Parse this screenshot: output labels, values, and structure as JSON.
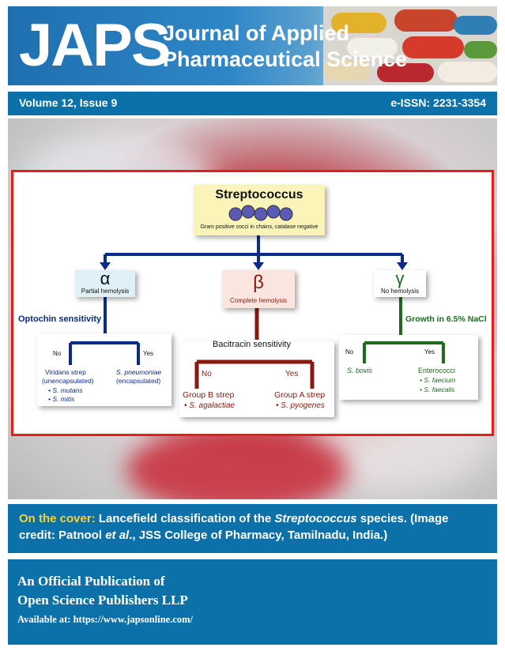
{
  "masthead": {
    "logo": "JAPS",
    "journal_line1": "Journal of Applied",
    "journal_line2": "Pharmaceutical Science"
  },
  "volume_bar": {
    "volume": "Volume 12, Issue 9",
    "issn": "e-ISSN: 2231-3354"
  },
  "diagram": {
    "root_title": "Streptococcus",
    "root_subtitle": "Gram positive cocci in chains, catalase negative",
    "alpha": {
      "symbol": "α",
      "label": "Partial hemolysis",
      "test": "Optochin sensitivity",
      "no": "No",
      "yes": "Yes",
      "left_name_1": "Viridans strep",
      "left_name_2": "(unencapsulated)",
      "left_items": [
        "S. mutans",
        "S. mitis"
      ],
      "right_name_1": "S. pneumoniae",
      "right_name_2": "(encapsulated)"
    },
    "beta": {
      "symbol": "β",
      "label": "Complete hemolysis",
      "test": "Bacitracin sensitivity",
      "no": "No",
      "yes": "Yes",
      "left_name": "Group B strep",
      "left_items": [
        "S. agalactiae"
      ],
      "right_name": "Group A strep",
      "right_items": [
        "S. pyogenes"
      ]
    },
    "gamma": {
      "symbol": "γ",
      "label": "No hemolysis",
      "test": "Growth in 6.5% NaCl",
      "no": "No",
      "yes": "Yes",
      "left_name": "S. bovis",
      "right_name": "Enterococci",
      "right_items": [
        "S. faecium",
        "S. faecalis"
      ]
    }
  },
  "caption": {
    "lead": "On the cover:",
    "text_1": " Lancefield classification of the ",
    "text_italic_1": "Streptococcus",
    "text_2": " species. (Image credit: Patnool ",
    "text_italic_2": "et al",
    "text_3": "., JSS College of Pharmacy, Tamilnadu, India.)"
  },
  "footer": {
    "line1": "An Official Publication of",
    "line2": "Open Science Publishers LLP",
    "line3": "Available at: https://www.japsonline.com/"
  },
  "colors": {
    "brand_blue": "#0d71a9",
    "caption_yellow": "#f5d23a",
    "alpha_navy": "#0b2b8a",
    "beta_maroon": "#8a1a10",
    "gamma_green": "#1f6a1f",
    "frame_red": "#e02020"
  }
}
